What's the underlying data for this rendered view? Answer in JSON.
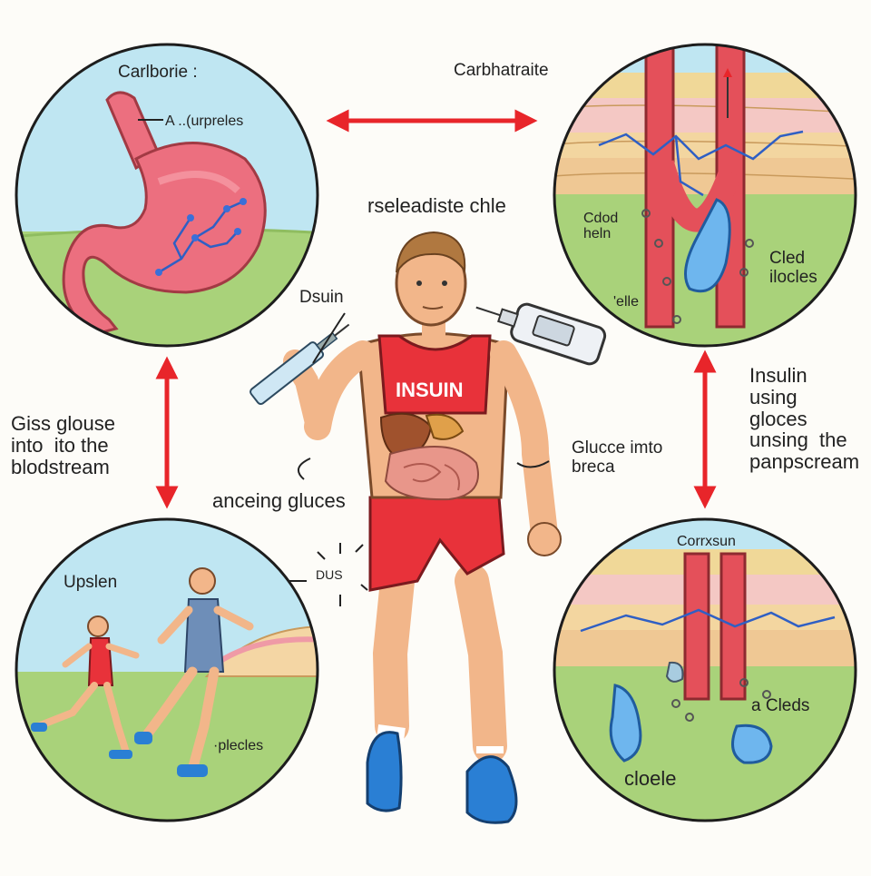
{
  "labels": {
    "stomach_title": "Carlborie :",
    "stomach_note": "A ..(urpreles",
    "top_right_title": "Carbhatraite",
    "center_title": "rseleadiste chle",
    "insulin_label": "Dsuin",
    "shirt_text": "INSUIN",
    "left_side": "Giss glouse\ninto  ito the\nblodstream",
    "center_left": "anceing gluces",
    "right_side": "Insulin\nusing\ngloces\nunsing  the\npanpscream",
    "center_right": "Glucce imto\nbreca",
    "tr_cdod": "Cdod\nheln",
    "tr_cled": "Cled\nilocles",
    "tr_selle": "'elle",
    "bl_title": "Upslen",
    "bl_pieces": "·plecles",
    "dus": "DUS",
    "br_title": "Corrxsun",
    "br_cleds": "a  Cleds",
    "br_cloele": "cloele"
  },
  "colors": {
    "arrow_red": "#e8252a",
    "sky": "#bfe6f2",
    "grass": "#a9d27a",
    "stomach": "#ec6f7f",
    "vessel": "#e4505a",
    "skin": "#f2b68a",
    "shirt": "#e8323a",
    "shoe": "#2a7fd4"
  }
}
